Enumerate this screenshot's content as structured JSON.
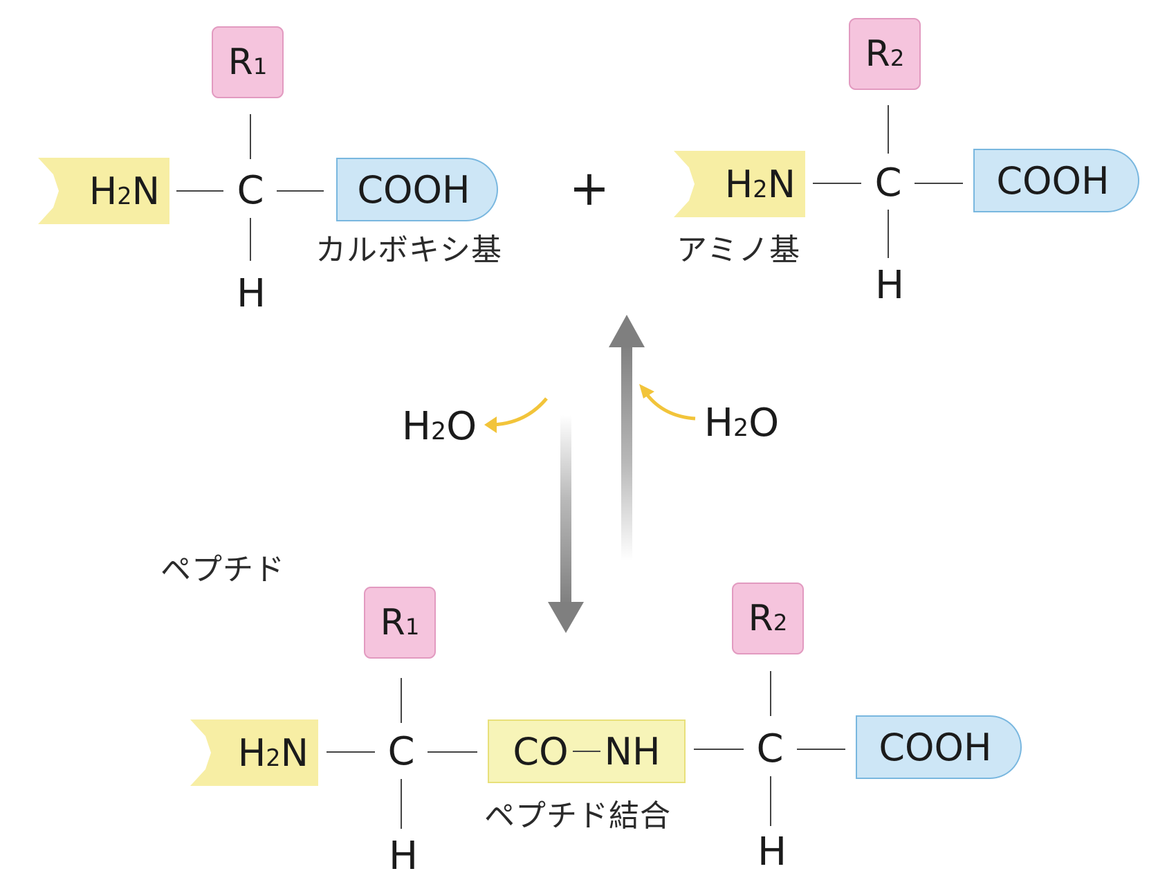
{
  "reactant_1": {
    "r_group": {
      "base": "R",
      "sub": "1"
    },
    "amino": {
      "base": "H",
      "sub": "2",
      "tail": "N"
    },
    "carbon": "C",
    "hydrogen": "H",
    "carboxyl": "COOH",
    "carboxyl_label": "カルボキシ基"
  },
  "plus_sign": "+",
  "reactant_2": {
    "r_group": {
      "base": "R",
      "sub": "2"
    },
    "amino": {
      "base": "H",
      "sub": "2",
      "tail": "N"
    },
    "amino_label": "アミノ基",
    "carbon": "C",
    "hydrogen": "H",
    "carboxyl": "COOH"
  },
  "water_released": {
    "base": "H",
    "sub": "2",
    "tail": "O"
  },
  "water_added": {
    "base": "H",
    "sub": "2",
    "tail": "O"
  },
  "product": {
    "title": "ペプチド",
    "r1": {
      "base": "R",
      "sub": "1"
    },
    "r2": {
      "base": "R",
      "sub": "2"
    },
    "amino": {
      "base": "H",
      "sub": "2",
      "tail": "N"
    },
    "carbon_1": "C",
    "carbon_2": "C",
    "hydrogen_1": "H",
    "hydrogen_2": "H",
    "peptide_bond": {
      "left": "CO",
      "right": "NH"
    },
    "peptide_bond_label": "ペプチド結合",
    "carboxyl": "COOH"
  },
  "colors": {
    "r_group_fill": "#f5c4dd",
    "amino_fill": "#f7eea4",
    "carboxyl_fill": "#cde6f6",
    "peptide_fill": "#f7f4b8",
    "water_arrow": "#f2c43a",
    "reaction_arrow": "#8c8c8c"
  }
}
